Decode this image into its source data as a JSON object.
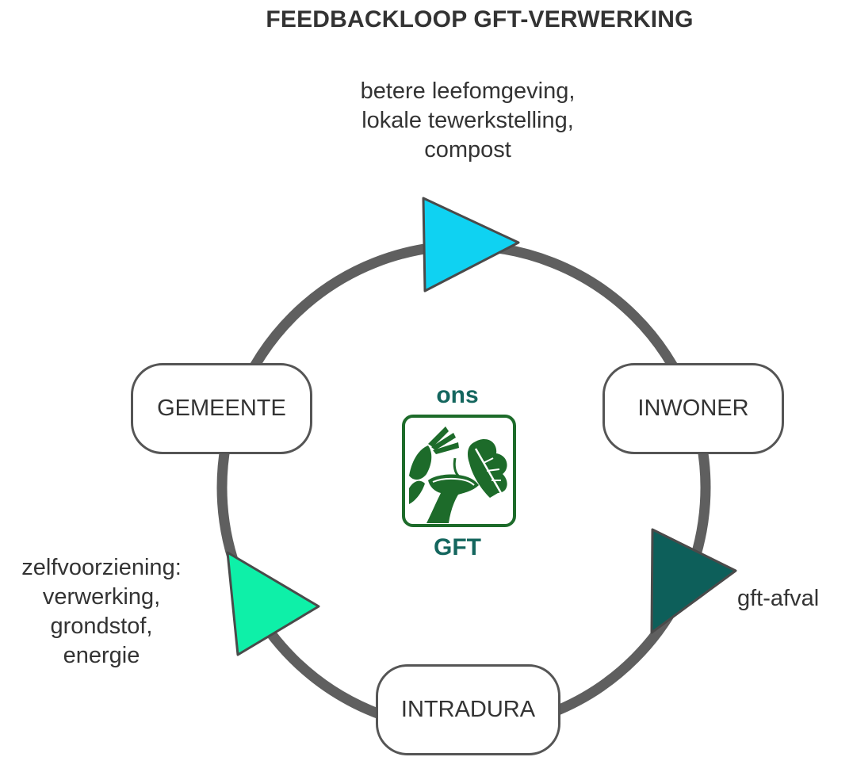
{
  "title": "FEEDBACKLOOP GFT-VERWERKING",
  "flows": {
    "benefits": [
      "betere leefomgeving,",
      "lokale tewerkstelling,",
      "compost"
    ],
    "self_sufficiency": [
      "zelfvoorziening:",
      "verwerking,",
      "grondstof,",
      "energie"
    ],
    "waste": [
      "gft-afval"
    ]
  },
  "nodes": {
    "gemeente": "GEMEENTE",
    "inwoner": "INWONER",
    "intradura": "INTRADURA"
  },
  "logo": {
    "top_word": "ons",
    "bottom_word": "GFT"
  },
  "colors": {
    "loop": "#5f5f5f",
    "arrow_benefits": "#0fd2f2",
    "arrow_waste": "#0d5f5a",
    "arrow_self_sufficiency": "#0ef0a8",
    "logo_green": "#1d6b2a",
    "logo_teal": "#14665e"
  },
  "icons": [
    "triangle-arrow-icon",
    "ons-gft-logo-icon"
  ]
}
